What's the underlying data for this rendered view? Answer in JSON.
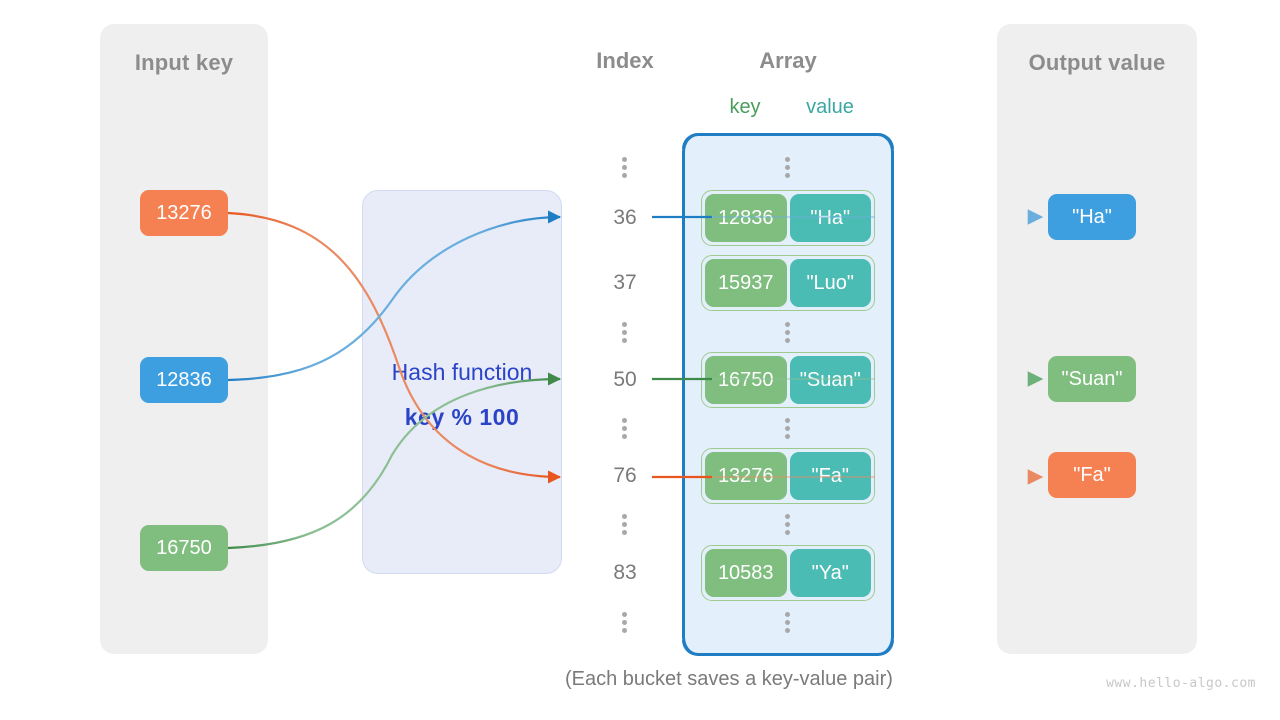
{
  "panels": {
    "input": {
      "title": "Input key"
    },
    "output": {
      "title": "Output value"
    }
  },
  "hash": {
    "line1": "Hash function",
    "line2": "key % 100"
  },
  "columns": {
    "index_title": "Index",
    "array_title": "Array",
    "key_label": "key",
    "value_label": "value"
  },
  "input_keys": [
    {
      "label": "13276",
      "color": "#f58052"
    },
    {
      "label": "12836",
      "color": "#3d9ee0"
    },
    {
      "label": "16750",
      "color": "#7fbe7f"
    }
  ],
  "output_values": [
    {
      "label": "\"Ha\"",
      "color": "#3d9ee0"
    },
    {
      "label": "\"Suan\"",
      "color": "#7fbe7f"
    },
    {
      "label": "\"Fa\"",
      "color": "#f58052"
    }
  ],
  "array_rows": [
    {
      "kind": "dots"
    },
    {
      "kind": "bucket",
      "index": "36",
      "key": "12836",
      "value": "\"Ha\""
    },
    {
      "kind": "bucket",
      "index": "37",
      "key": "15937",
      "value": "\"Luo\""
    },
    {
      "kind": "dots"
    },
    {
      "kind": "bucket",
      "index": "50",
      "key": "16750",
      "value": "\"Suan\""
    },
    {
      "kind": "dots"
    },
    {
      "kind": "bucket",
      "index": "76",
      "key": "13276",
      "value": "\"Fa\""
    },
    {
      "kind": "dots"
    },
    {
      "kind": "bucket",
      "index": "83",
      "key": "10583",
      "value": "\"Ya\""
    },
    {
      "kind": "dots"
    }
  ],
  "caption": "(Each bucket saves a key-value pair)",
  "watermark": "www.hello-algo.com",
  "colors": {
    "panel_bg": "#efefef",
    "panel_title": "#8c8c8c",
    "hash_bg": "#e8ecf9",
    "hash_text": "#2b44c7",
    "array_bg": "#e3f0fb",
    "array_border": "#1f7dc4",
    "bucket_key": "#7fbe7f",
    "bucket_value": "#4bbcb4",
    "bucket_border": "#9fca8e",
    "key_label": "#4a9d5a",
    "value_label": "#3aa8a0",
    "index_text": "#7a7a7a",
    "wire_blue": "#1f7dc4",
    "wire_green": "#3f8a4a",
    "wire_orange": "#e8551f"
  }
}
